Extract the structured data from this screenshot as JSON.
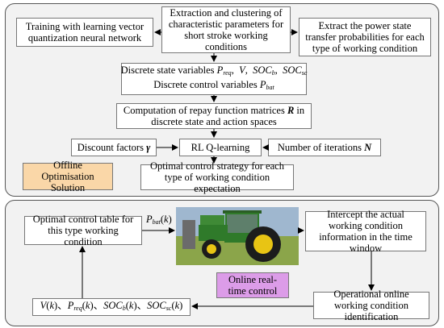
{
  "offline": {
    "training": "Training with learning vector quantization neural network",
    "extraction": "Extraction and clustering of characteristic parameters for short stroke working conditions",
    "transfer": "Extract the power state transfer probabilities for each type of working condition",
    "state_vars_label": "Discrete state variables",
    "control_vars_label": "Discrete control variables",
    "computation": "Computation of repay function matrices",
    "computation_symbol": "R",
    "computation_suffix": "in discrete state and action spaces",
    "discount_label": "Discount factors",
    "discount_symbol": "γ",
    "rl": "RL Q-learning",
    "iterations_label": "Number of iterations",
    "iterations_symbol": "N",
    "solution": "Offline Optimisation Solution",
    "strategy": "Optimal control strategy for each type of working condition expectation"
  },
  "online": {
    "table": "Optimal control table for this type working condition",
    "intercept": "Intercept the actual working condition information in the time window",
    "realtime": "Online real-time control",
    "identification": "Operational online working condition identification"
  },
  "colors": {
    "panel_bg": "#f2f2f2",
    "orange": "#fad7a8",
    "purple": "#dc9ce8",
    "tractor_green": "#2f7a2a",
    "tractor_yellow": "#e8c414"
  },
  "icons": {
    "tractor": "tractor-image"
  }
}
